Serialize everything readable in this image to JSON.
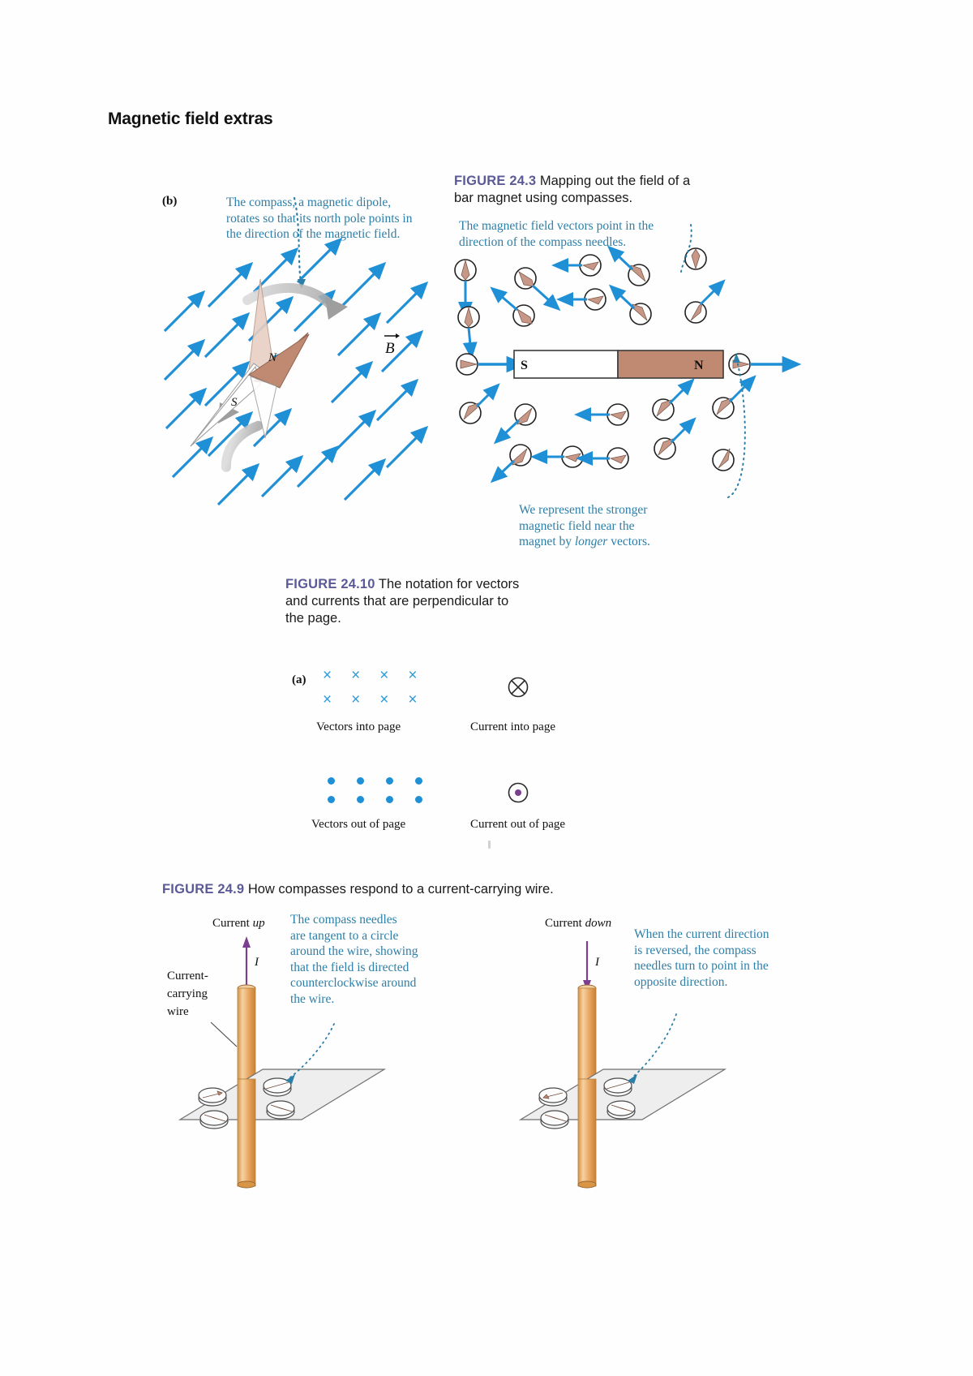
{
  "page": {
    "title": "Magnetic field extras",
    "background": "#ffffff",
    "accent_blue": "#2d7fa8",
    "figure_label_color": "#5b5a97",
    "vector_blue": "#1f8fd6",
    "magnet_north_color": "#c08a72",
    "wire_color": "#e8a763",
    "current_arrow_color": "#7a4b9c"
  },
  "panel_b": {
    "tag": "(b)",
    "annotation": "The compass, a magnetic dipole, rotates so that its north pole points in the direction of the magnetic field.",
    "annotation_lines": [
      "The compass, a magnetic dipole,",
      "rotates so that its north pole points in",
      "the direction of the magnetic field."
    ],
    "field_symbol": "B",
    "compass_north_label": "N",
    "compass_south_label": "S"
  },
  "figure_24_3": {
    "label": "FIGURE 24.3",
    "caption": "Mapping out the field of a bar magnet using compasses.",
    "caption_lines": [
      "Mapping out the field of a",
      "bar magnet using compasses."
    ],
    "annotation_top": "The magnetic field vectors point in the direction of the compass needles.",
    "annotation_top_lines": [
      "The magnetic field vectors point in the",
      "direction of the compass needles."
    ],
    "annotation_bottom": "We represent the stronger magnetic field near the magnet by longer vectors.",
    "annotation_bottom_lines": [
      "We represent the stronger",
      "magnetic field near the",
      "magnet by longer vectors."
    ],
    "annotation_bottom_italic_word": "longer",
    "magnet": {
      "south_label": "S",
      "north_label": "N"
    }
  },
  "figure_24_10": {
    "label": "FIGURE 24.10",
    "caption": "The notation for vectors and currents that are perpendicular to the page.",
    "caption_lines": [
      "The notation for vectors",
      "and currents that are perpendicular to",
      "the page."
    ],
    "tag": "(a)",
    "items": [
      {
        "name": "vectors-into-page",
        "label": "Vectors into page",
        "symbol": "x-grid"
      },
      {
        "name": "current-into-page",
        "label": "Current into page",
        "symbol": "circle-x"
      },
      {
        "name": "vectors-out-of-page",
        "label": "Vectors out of page",
        "symbol": "dot-grid"
      },
      {
        "name": "current-out-of-page",
        "label": "Current out of page",
        "symbol": "circle-dot"
      }
    ],
    "grid_rows": 2,
    "grid_cols": 4
  },
  "figure_24_9": {
    "label": "FIGURE 24.9",
    "caption": "How compasses respond to a current-carrying wire.",
    "left": {
      "current_label_prefix": "Current ",
      "current_label_emph": "up",
      "current_symbol": "I",
      "wire_label_lines": [
        "Current-",
        "carrying",
        "wire"
      ],
      "annotation_lines": [
        "The compass needles",
        "are tangent to a circle",
        "around the wire, showing",
        "that the field is directed",
        "counterclockwise around",
        "the wire."
      ]
    },
    "right": {
      "current_label_prefix": "Current ",
      "current_label_emph": "down",
      "current_symbol": "I",
      "annotation_lines": [
        "When the current direction",
        "is reversed, the compass",
        "needles turn to point in the",
        "opposite direction."
      ]
    }
  }
}
